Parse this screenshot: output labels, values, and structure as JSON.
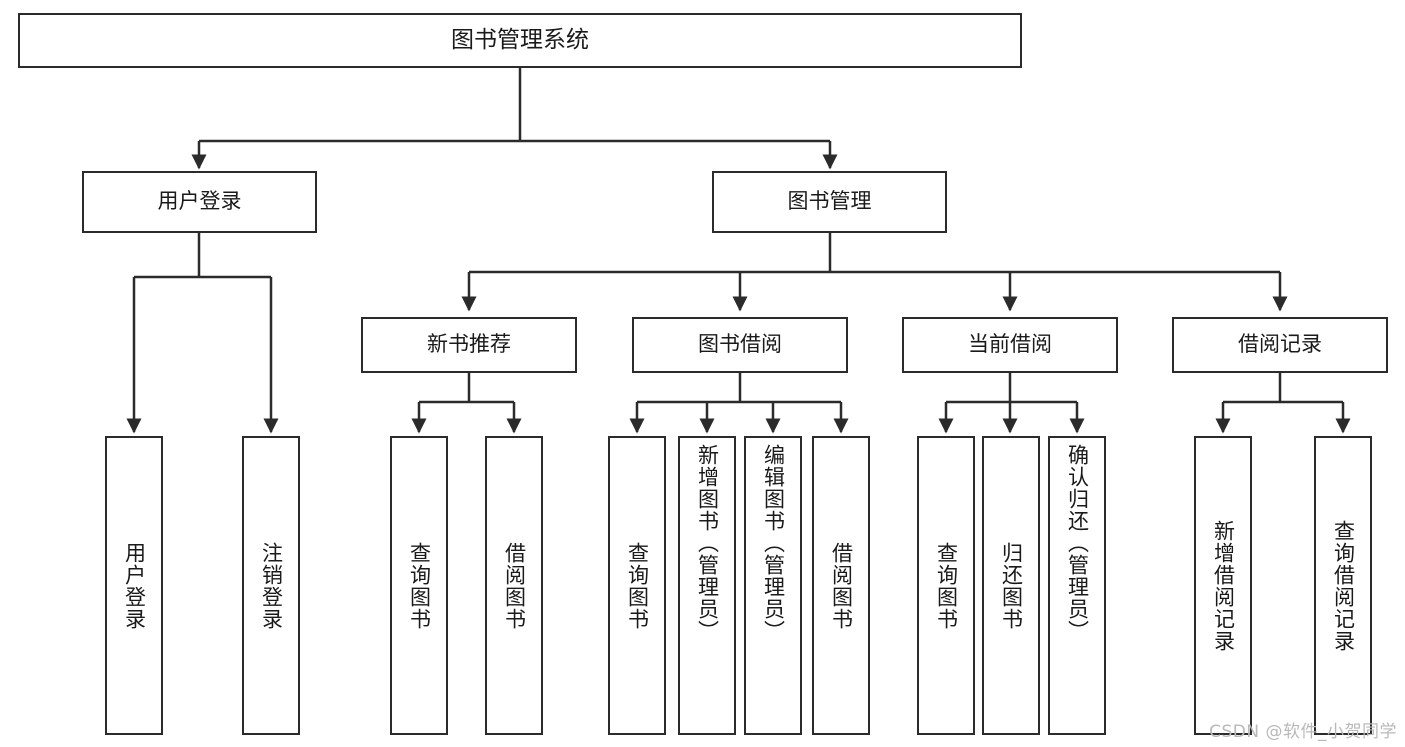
{
  "diagram": {
    "type": "tree-hierarchy",
    "title": "图书管理系统",
    "watermark": "CSDN @软件_小贺同学",
    "colors": {
      "stroke": "#2b2b2b",
      "fill": "#ffffff",
      "text": "#1a1a1a",
      "watermark": "#b9b9b9"
    },
    "nodes": {
      "root": {
        "label": "图书管理系统"
      },
      "level1": [
        {
          "id": "user-login",
          "label": "用户登录"
        },
        {
          "id": "book-manage",
          "label": "图书管理"
        }
      ],
      "level2": [
        {
          "id": "new-book-recommend",
          "label": "新书推荐"
        },
        {
          "id": "book-borrow",
          "label": "图书借阅"
        },
        {
          "id": "current-borrow",
          "label": "当前借阅"
        },
        {
          "id": "borrow-record",
          "label": "借阅记录"
        }
      ],
      "leaves": {
        "user-login": [
          {
            "id": "leaf-user-login",
            "label": "用户登录"
          },
          {
            "id": "leaf-logout-login",
            "label": "注销登录"
          }
        ],
        "new-book-recommend": [
          {
            "id": "leaf-query-book-1",
            "label": "查询图书"
          },
          {
            "id": "leaf-borrow-book-1",
            "label": "借阅图书"
          }
        ],
        "book-borrow": [
          {
            "id": "leaf-query-book-2",
            "label": "查询图书"
          },
          {
            "id": "leaf-add-book",
            "label": "新增图书（管理员）"
          },
          {
            "id": "leaf-edit-book",
            "label": "编辑图书（管理员）"
          },
          {
            "id": "leaf-borrow-book-2",
            "label": "借阅图书"
          }
        ],
        "current-borrow": [
          {
            "id": "leaf-query-book-3",
            "label": "查询图书"
          },
          {
            "id": "leaf-return-book",
            "label": "归还图书"
          },
          {
            "id": "leaf-confirm-return",
            "label": "确认归还（管理员）"
          }
        ],
        "borrow-record": [
          {
            "id": "leaf-add-record",
            "label": "新增借阅记录"
          },
          {
            "id": "leaf-query-record",
            "label": "查询借阅记录"
          }
        ]
      }
    }
  }
}
